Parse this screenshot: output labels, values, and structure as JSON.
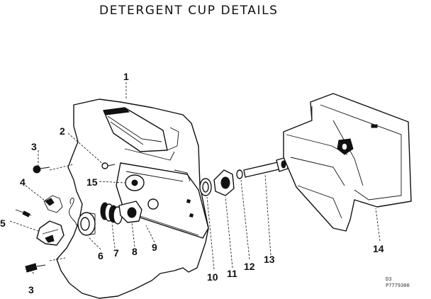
{
  "title": "DETERGENT CUP DETAILS",
  "callouts": [
    "1",
    "2",
    "3",
    "4",
    "5",
    "15",
    "6",
    "7",
    "8",
    "9",
    "10",
    "11",
    "12",
    "13",
    "14",
    "3"
  ],
  "ref_code": [
    "D3",
    "P7779300"
  ]
}
